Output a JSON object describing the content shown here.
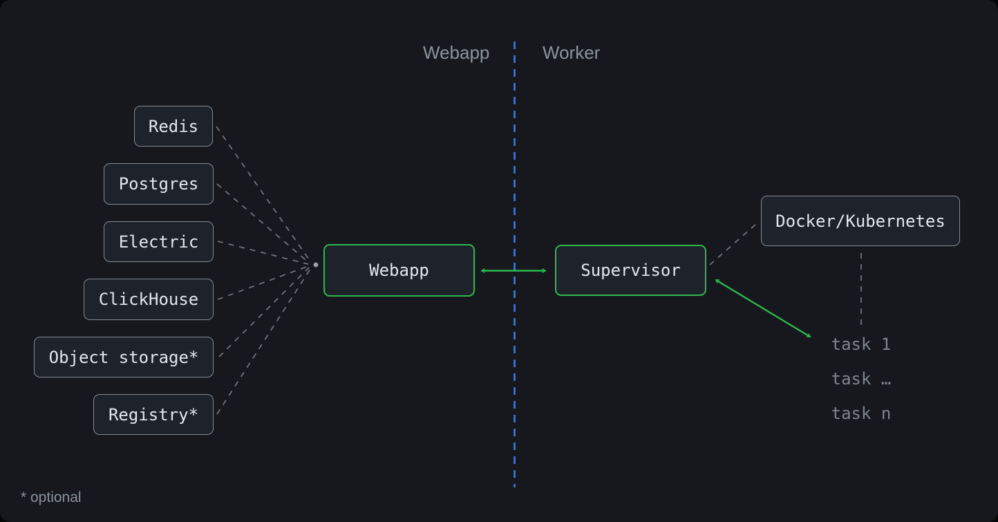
{
  "diagram": {
    "sections": {
      "left_label": "Webapp",
      "right_label": "Worker"
    },
    "services": [
      {
        "label": "Redis"
      },
      {
        "label": "Postgres"
      },
      {
        "label": "Electric"
      },
      {
        "label": "ClickHouse"
      },
      {
        "label": "Object storage*"
      },
      {
        "label": "Registry*"
      }
    ],
    "nodes": {
      "webapp": {
        "label": "Webapp"
      },
      "supervisor": {
        "label": "Supervisor"
      },
      "runtime": {
        "label": "Docker/Kubernetes"
      }
    },
    "tasks": [
      {
        "label": "task 1"
      },
      {
        "label": "task …"
      },
      {
        "label": "task n"
      }
    ],
    "footnote": "* optional",
    "colors": {
      "background": "#16181d",
      "node_fill": "#1e222a",
      "node_border": "#848b94",
      "accent_green": "#2eb94e",
      "divider_blue": "#3b7de0",
      "text_primary": "#e3e7ec",
      "text_muted": "#8b929c",
      "connector_gray": "#828a94"
    }
  }
}
